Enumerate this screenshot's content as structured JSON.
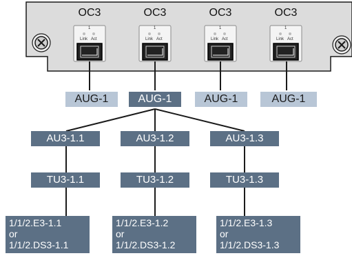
{
  "card": {
    "ports": [
      {
        "name": "OC3",
        "num": "1",
        "link": "Link",
        "act": "Act"
      },
      {
        "name": "OC3",
        "num": "1",
        "link": "Link",
        "act": "Act"
      },
      {
        "name": "OC3",
        "num": "1",
        "link": "Link",
        "act": "Act"
      },
      {
        "name": "OC3",
        "num": "1",
        "link": "Link",
        "act": "Act"
      }
    ]
  },
  "aug": [
    "AUG-1",
    "AUG-1",
    "AUG-1",
    "AUG-1"
  ],
  "au3": [
    "AU3-1.1",
    "AU3-1.2",
    "AU3-1.3"
  ],
  "tu3": [
    "TU3-1.1",
    "TU3-1.2",
    "TU3-1.3"
  ],
  "leaves": [
    {
      "line1": "1/1/2.E3-1.1",
      "line2": "or",
      "line3": "1/1/2.DS3-1.1"
    },
    {
      "line1": "1/1/2.E3-1.2",
      "line2": "or",
      "line3": "1/1/2.DS3-1.2"
    },
    {
      "line1": "1/1/2.E3-1.3",
      "line2": "or",
      "line3": "1/1/2.DS3-1.3"
    }
  ],
  "colors": {
    "card_fill": "#dcdcdc",
    "aug_light": "#b8c6d6",
    "box_dark": "#5c7085",
    "connector": "#1a1a1a"
  }
}
